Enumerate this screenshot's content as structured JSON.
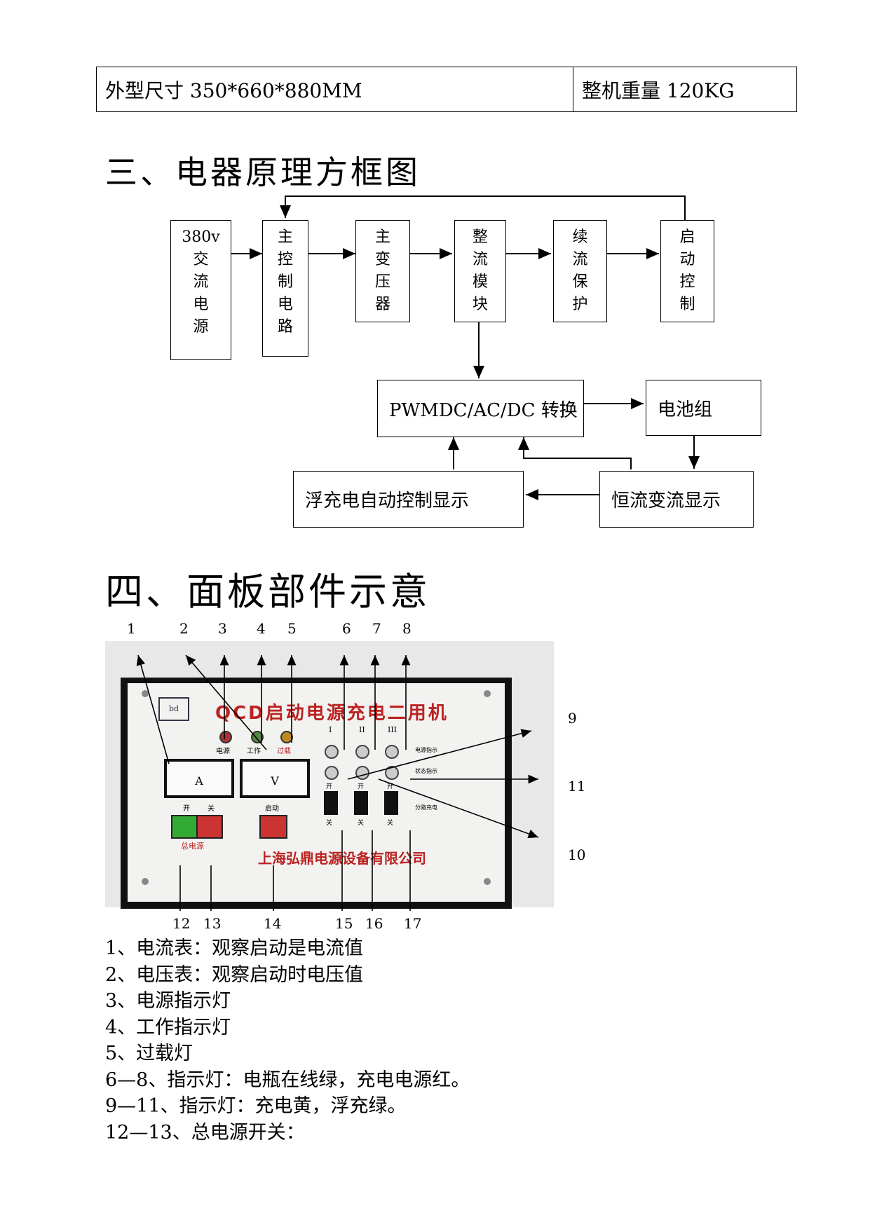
{
  "spec_table": {
    "dimensions": "外型尺寸 350*660*880MM",
    "weight": "整机重量 120KG"
  },
  "section3": {
    "title": "三、电器原理方框图",
    "blocks": {
      "power": "380v\n交\n流\n电\n源",
      "main_control": "主\n控\n制\n电\n路",
      "transformer": "主\n变\n压\n器",
      "rectifier": "整\n流\n模\n块",
      "freewheel": "续\n流\n保\n护",
      "start_control": "启\n动\n控\n制",
      "converter": "PWMDC/AC/DC 转换",
      "battery": "电池组",
      "float_charge": "浮充电自动控制显示",
      "constant_current": "恒流变流显示"
    }
  },
  "section4": {
    "title": "四、面板部件示意",
    "top_numbers": [
      "1",
      "2",
      "3",
      "4",
      "5",
      "6",
      "7",
      "8"
    ],
    "right_numbers": [
      "9",
      "11",
      "10"
    ],
    "bottom_numbers": [
      "12",
      "13",
      "14",
      "15",
      "16",
      "17"
    ],
    "panel": {
      "title": "QCD启动电源充电二用机",
      "lamp_labels": [
        "电源",
        "工作",
        "过载"
      ],
      "roman": [
        "I",
        "II",
        "III"
      ],
      "side_labels": [
        "电源指示",
        "状态指示",
        "分路充电"
      ],
      "on": "开",
      "off": "关",
      "main_on": "开",
      "main_off": "关",
      "main_power": "总电源",
      "start": "启动",
      "company": "上海弘鼎电源设备有限公司",
      "ammeter": "A",
      "voltmeter": "V"
    },
    "notes": [
      "1、电流表：观察启动是电流值",
      "2、电压表：观察启动时电压值",
      "3、电源指示灯",
      "4、工作指示灯",
      "5、过载灯",
      "6—8、指示灯：电瓶在线绿，充电电源红。",
      "9—11、指示灯：充电黄，浮充绿。",
      "12—13、总电源开关："
    ]
  }
}
